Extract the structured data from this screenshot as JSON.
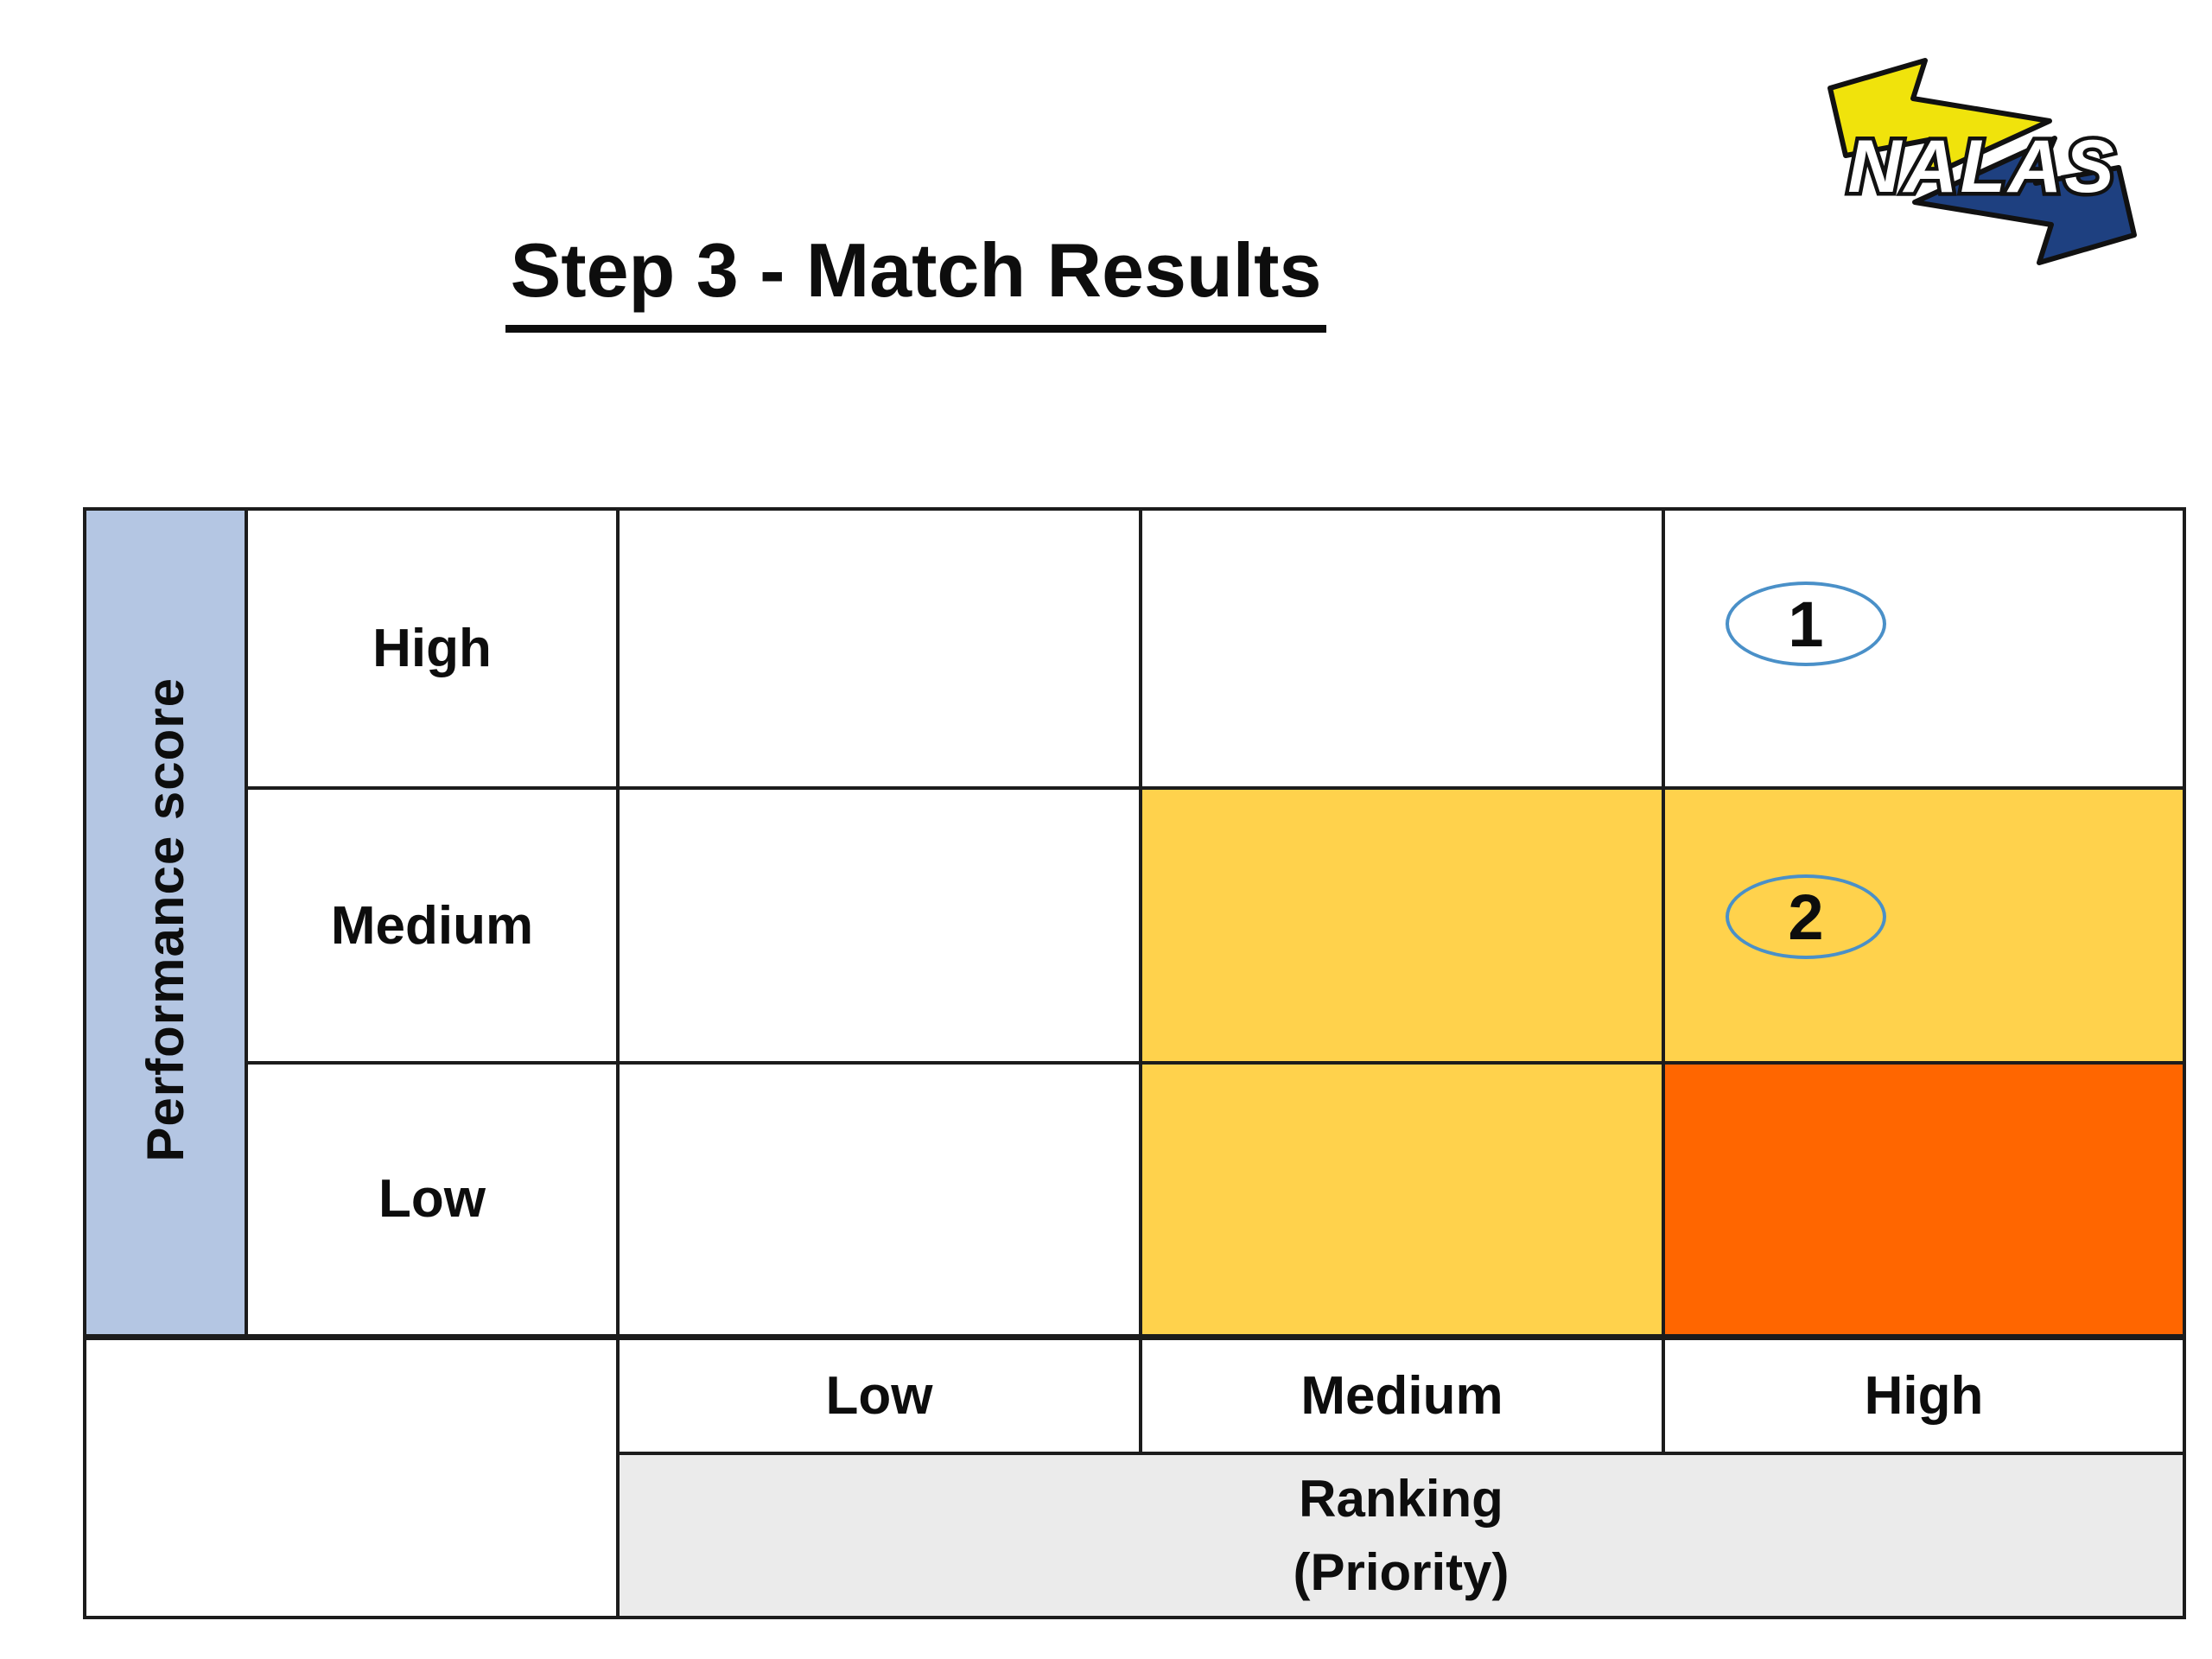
{
  "slide": {
    "title": "Step 3 - Match Results",
    "background": "#FFFFFF"
  },
  "logo": {
    "text": "NALAS",
    "yellow": "#F0E30C",
    "navy": "#1E4080",
    "outline": "#111111"
  },
  "matrix": {
    "y_axis": {
      "label": "Performance score",
      "bg": "#B4C6E3"
    },
    "row_labels": [
      "High",
      "Medium",
      "Low"
    ],
    "col_labels": [
      "Low",
      "Medium",
      "High"
    ],
    "x_axis": {
      "label_line1": "Ranking",
      "label_line2": "(Priority)",
      "bg": "#EBEBEB"
    },
    "rows": [
      {
        "label": "High",
        "cells": [
          {
            "fill": "#FFFFFF"
          },
          {
            "fill": "#FFFFFF"
          },
          {
            "fill": "#FFFFFF",
            "badge": "1"
          }
        ]
      },
      {
        "label": "Medium",
        "cells": [
          {
            "fill": "#FFFFFF"
          },
          {
            "fill": "#FFD24C"
          },
          {
            "fill": "#FFD24C",
            "badge": "2"
          }
        ]
      },
      {
        "label": "Low",
        "cells": [
          {
            "fill": "#FFFFFF"
          },
          {
            "fill": "#FFD24C"
          },
          {
            "fill": "#FF6600"
          }
        ]
      }
    ],
    "badge_stroke": "#4A90C8",
    "border_color": "#1C1C1C"
  }
}
